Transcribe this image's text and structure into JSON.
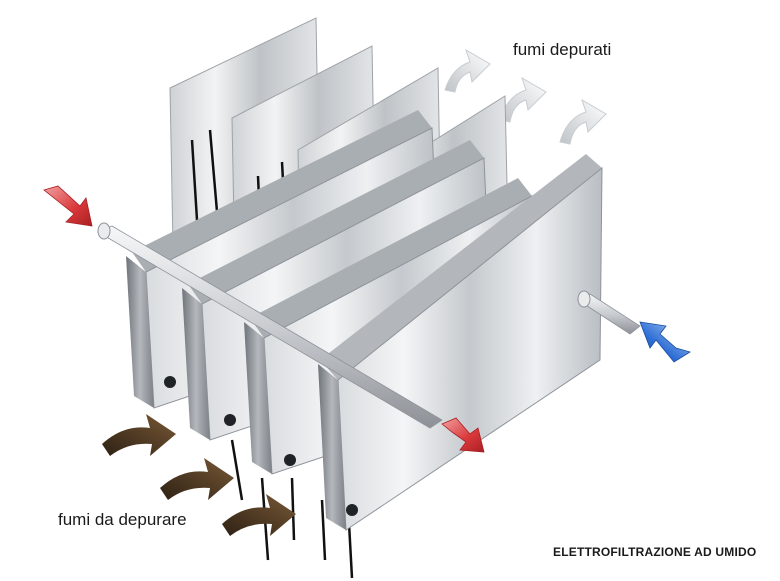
{
  "labels": {
    "clean_fumes": "fumi depurati",
    "dirty_fumes": "fumi da depurare",
    "title": "ELETTROFILTRAZIONE AD UMIDO"
  },
  "colors": {
    "inlet_arrow": "#d9383a",
    "outlet_arrow": "#d9383a",
    "water_in_arrow": "#2f6fd6",
    "dirty_gas_arrow": "#4a3520",
    "clean_gas_arrow": "#e6e8ea",
    "plate_light": "#eef0f2",
    "plate_dark": "#8e939a",
    "wire": "#111111"
  }
}
